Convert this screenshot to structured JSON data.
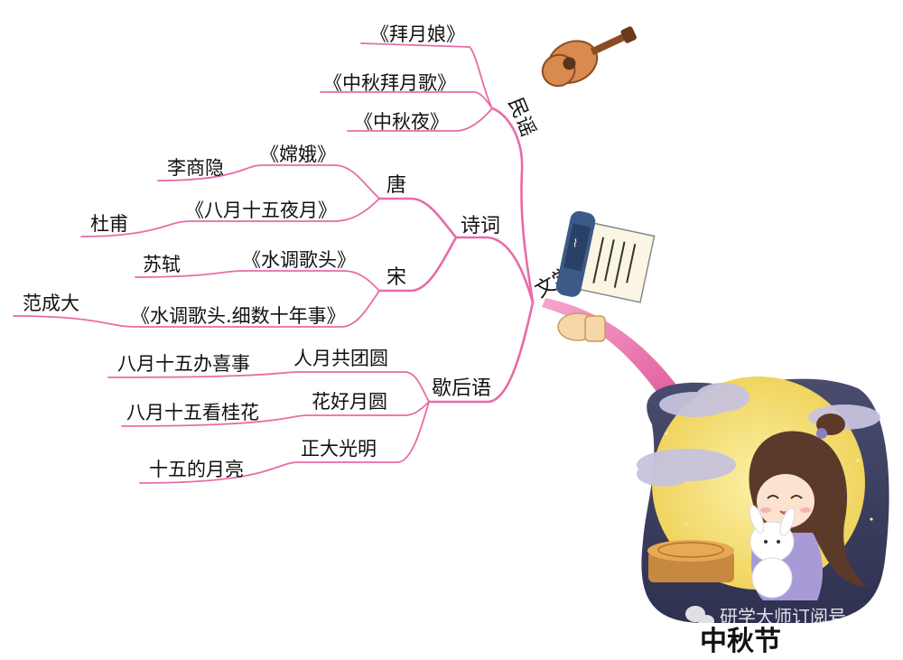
{
  "root": {
    "label": "中秋节"
  },
  "main_branch": {
    "label": "文学"
  },
  "folk_songs": {
    "label": "民谣",
    "items": [
      "《拜月娘》",
      "《中秋拜月歌》",
      "《中秋夜》"
    ]
  },
  "poetry": {
    "label": "诗词",
    "tang": {
      "label": "唐",
      "items": [
        {
          "title": "《嫦娥》",
          "author": "李商隐"
        },
        {
          "title": "《八月十五夜月》",
          "author": "杜甫"
        }
      ]
    },
    "song": {
      "label": "宋",
      "items": [
        {
          "title": "《水调歌头》",
          "author": "苏轼"
        },
        {
          "title": "《水调歌头.细数十年事》",
          "author": "范成大"
        }
      ]
    }
  },
  "xiehouyu": {
    "label": "歇后语",
    "items": [
      {
        "answer": "人月共团圆",
        "riddle": "八月十五办喜事"
      },
      {
        "answer": "花好月圆",
        "riddle": "八月十五看桂花"
      },
      {
        "answer": "正大光明",
        "riddle": "十五的月亮"
      }
    ]
  },
  "watermark": "研学大师订阅号",
  "icons": [
    "guitar-icon",
    "scroll-book-icon",
    "moon-girl-rabbit-illustration",
    "mooncake-icon",
    "wechat-icon"
  ],
  "colors": {
    "branch": "#e86ba8",
    "moon": "#f5e27a",
    "night": "#3c3f5e"
  }
}
